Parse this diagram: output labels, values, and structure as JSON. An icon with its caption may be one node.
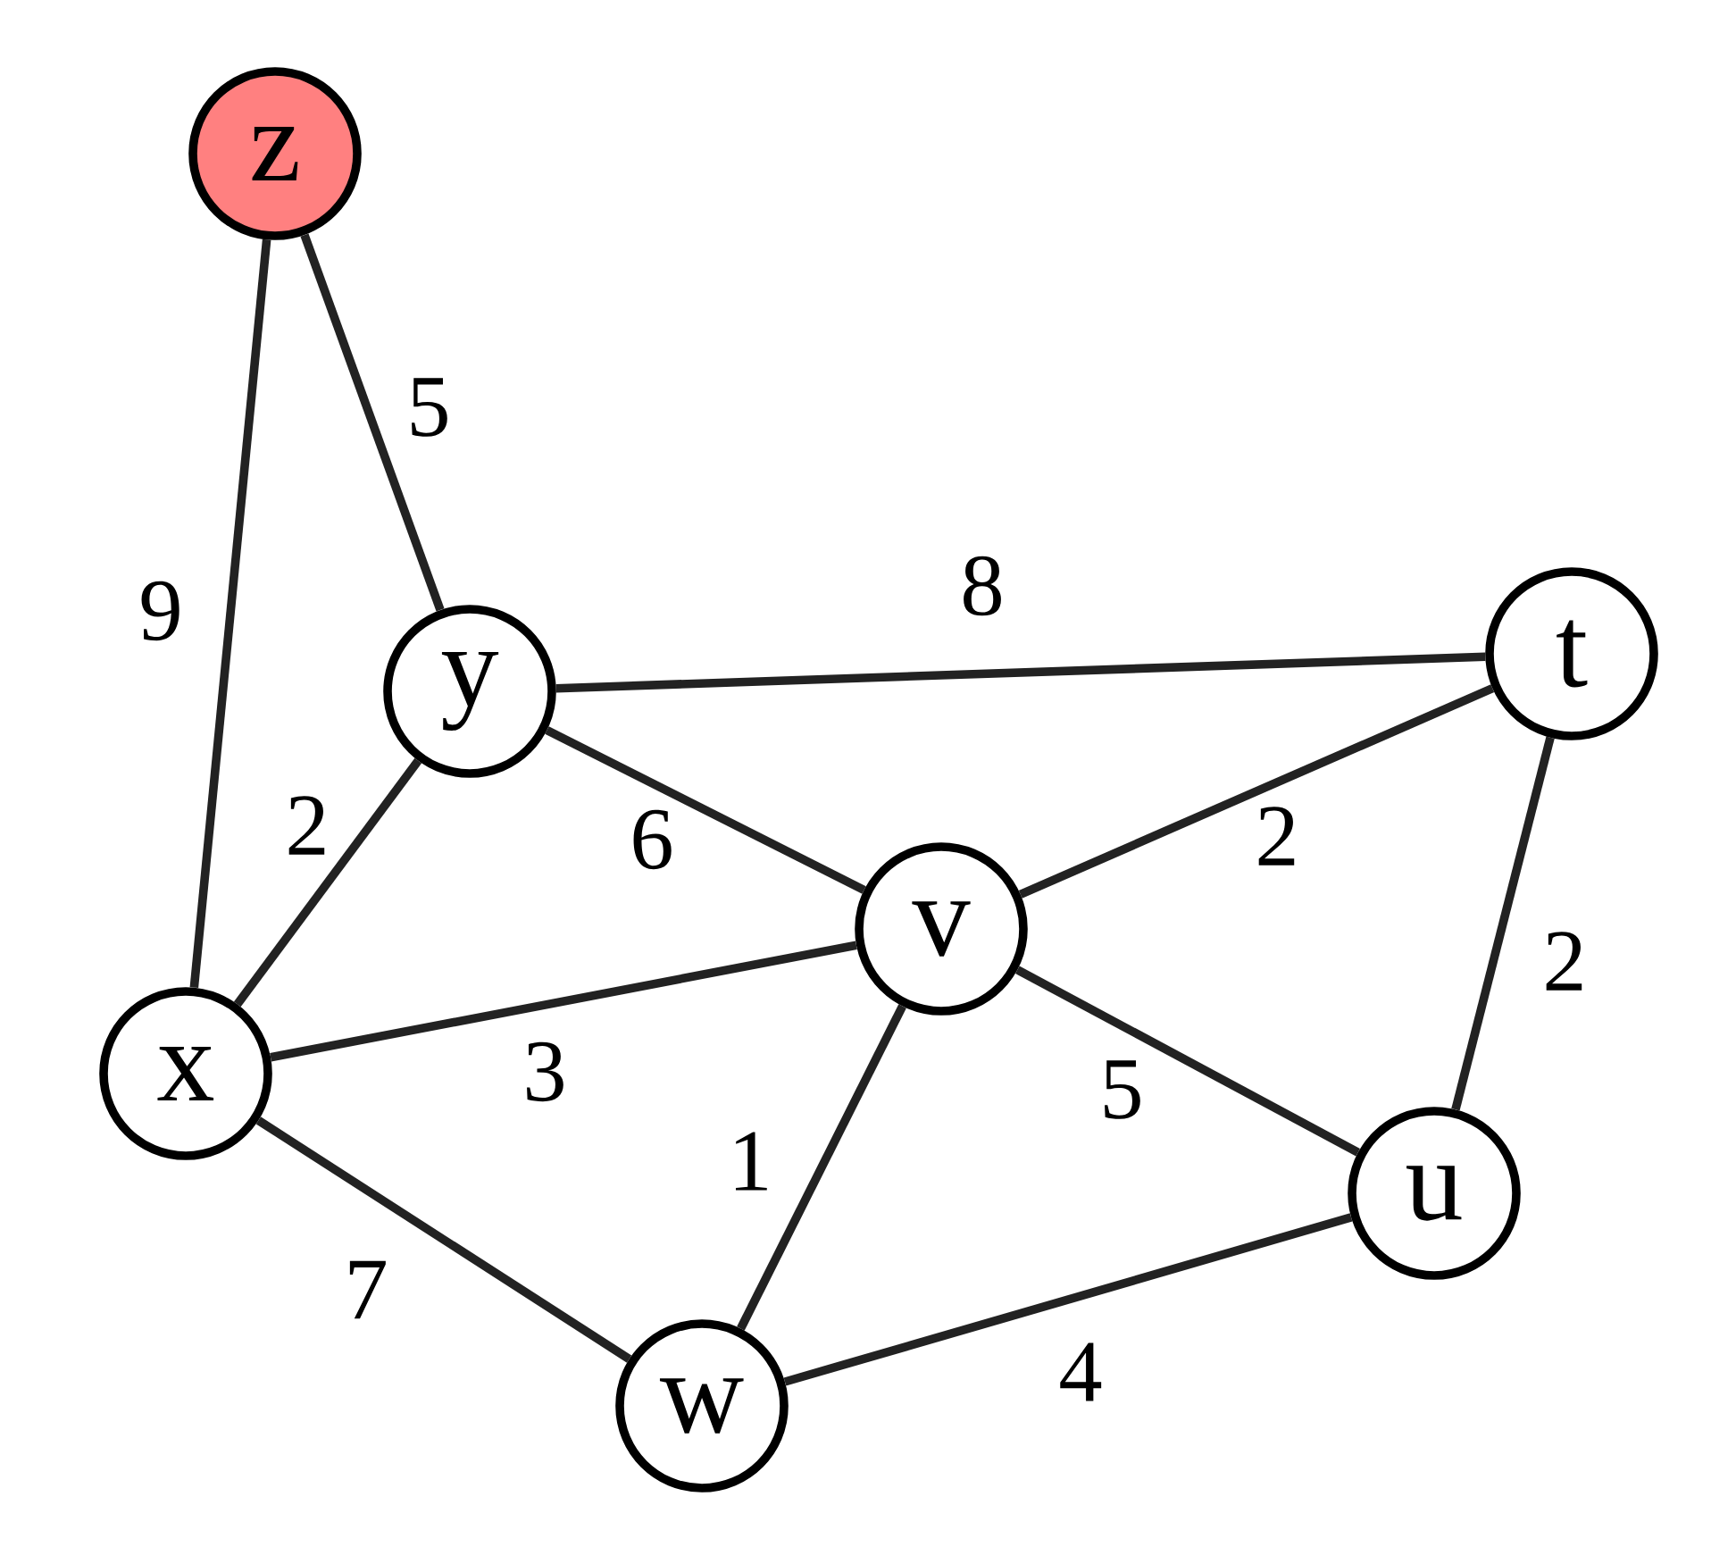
{
  "diagram": {
    "nodes": [
      {
        "text": [
          "z"
        ]
      },
      {
        "text": [
          "y"
        ]
      },
      {
        "text": [
          "t"
        ]
      },
      {
        "text": [
          "v"
        ]
      },
      {
        "text": [
          "x"
        ]
      },
      {
        "text": [
          "u"
        ]
      },
      {
        "text": [
          "w"
        ]
      }
    ],
    "edges": [
      {
        "from": 0,
        "to": 4,
        "arrow": "none",
        "label": "9"
      },
      {
        "from": 0,
        "to": 1,
        "arrow": "none",
        "label": "5"
      },
      {
        "from": 1,
        "to": 2,
        "arrow": "none",
        "label": "8"
      },
      {
        "from": 1,
        "to": 4,
        "arrow": "none",
        "label": "2"
      },
      {
        "from": 1,
        "to": 3,
        "arrow": "none",
        "label": "6"
      },
      {
        "from": 3,
        "to": 2,
        "arrow": "none",
        "label": "2"
      },
      {
        "from": 2,
        "to": 5,
        "arrow": "none",
        "label": "2"
      },
      {
        "from": 4,
        "to": 3,
        "arrow": "none",
        "label": "3"
      },
      {
        "from": 3,
        "to": 6,
        "arrow": "none",
        "label": "1"
      },
      {
        "from": 3,
        "to": 5,
        "arrow": "none",
        "label": "5"
      },
      {
        "from": 4,
        "to": 6,
        "arrow": "none",
        "label": "7"
      },
      {
        "from": 6,
        "to": 5,
        "arrow": "none",
        "label": "4"
      }
    ]
  }
}
